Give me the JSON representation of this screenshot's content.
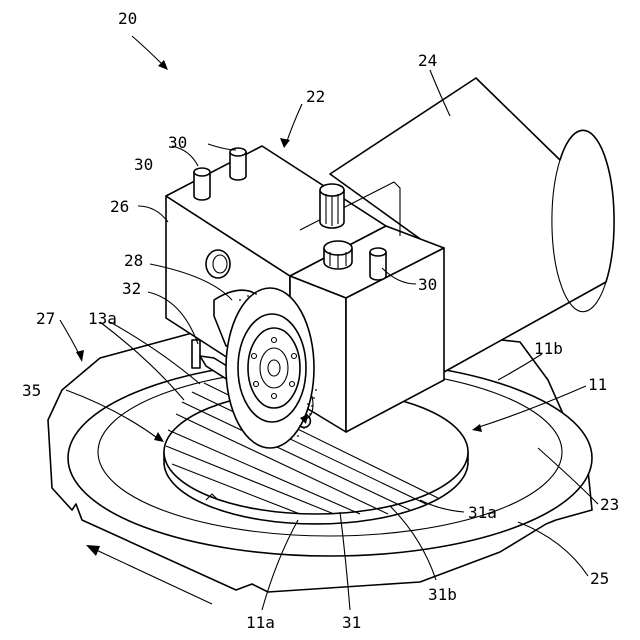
{
  "labels": {
    "l20": "20",
    "l22": "22",
    "l24": "24",
    "l26": "26",
    "l28": "28",
    "l32": "32",
    "l27": "27",
    "l13a": "13a",
    "l35": "35",
    "l30a": "30",
    "l30b": "30",
    "l30c": "30",
    "l11b": "11b",
    "l11": "11",
    "l23": "23",
    "l31a": "31a",
    "l25": "25",
    "l31b": "31b",
    "l31": "31",
    "l11a": "11a"
  }
}
